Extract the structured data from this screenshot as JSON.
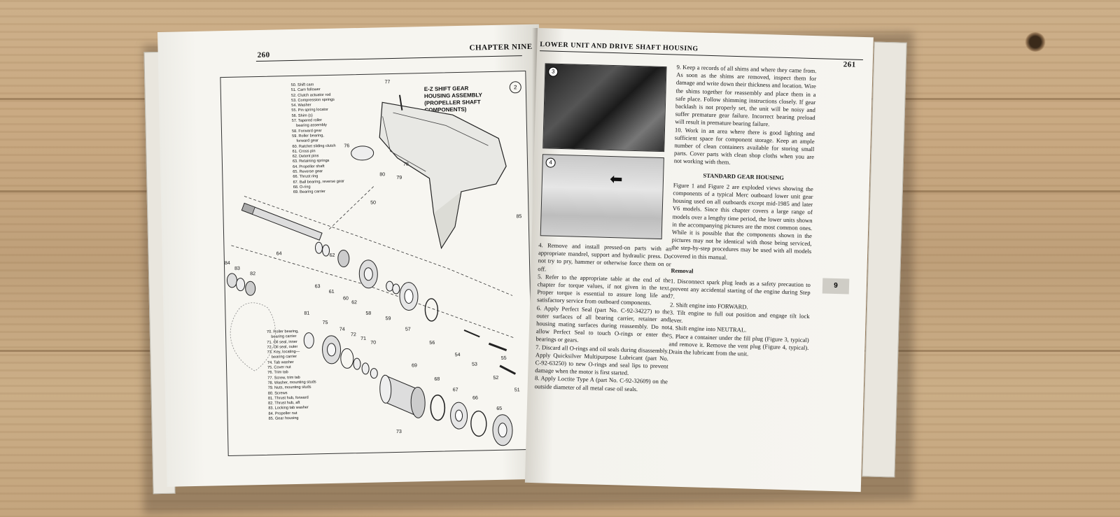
{
  "left_page": {
    "page_number": "260",
    "chapter": "CHAPTER NINE",
    "figure": {
      "number": "2",
      "title_lines": [
        "E-Z SHIFT GEAR",
        "HOUSING ASSEMBLY",
        "(PROPELLER SHAFT",
        "COMPONENTS)"
      ],
      "legend_top": "50. Shift cam\n51. Cam follower\n52. Clutch actuator rod\n53. Compression springs\n54. Washer\n55. Pin spring locator\n56. Shim (s)\n57. Tapered roller\n    bearing assembly\n58. Forward gear\n59. Roller bearing,\n    forward gear\n60. Ratchet sliding clutch\n61. Cross pin\n62. Detent pins\n63. Retaining springs\n64. Propeller shaft\n65. Reverse gear\n66. Thrust ring\n67. Ball bearing, reverse gear\n68. O-ring\n69. Bearing carrier",
      "legend_bottom": "70. Roller bearing,\n    bearing carrier\n71. Oil seal, inner\n72. Oil seal, outer\n73. Key, locating—\n    bearing carrier\n74. Tab washer\n75. Cover nut\n76. Trim tab\n77. Screw, trim tab\n78. Washer, mounting studs\n79. Nuts, mounting studs\n80. Screws\n81. Thrust hub, forward\n82. Thrust hub, aft\n83. Locking tab washer\n84. Propeller nut\n85. Gear housing",
      "callouts": [
        "77",
        "76",
        "78",
        "79",
        "80",
        "50",
        "85",
        "64",
        "62",
        "63",
        "61",
        "60",
        "62",
        "84",
        "83",
        "82",
        "58",
        "59",
        "57",
        "56",
        "81",
        "75",
        "74",
        "72",
        "71",
        "70",
        "54",
        "53",
        "55",
        "52",
        "51",
        "69",
        "68",
        "67",
        "66",
        "65",
        "73"
      ]
    }
  },
  "right_page": {
    "page_number": "261",
    "header": "LOWER UNIT AND DRIVE SHAFT HOUSING",
    "photo_labels": [
      "3",
      "4"
    ],
    "left_column": [
      "4. Remove and install pressed-on parts with an appropriate mandrel, support and hydraulic press. Do not try to pry, hammer or otherwise force them on or off.",
      "5. Refer to the appropriate table at the end of the chapter for torque values, if not given in the text. Proper torque is essential to assure long life and satisfactory service from outboard components.",
      "6. Apply Perfect Seal (part No. C-92-34227) to the outer surfaces of all bearing carrier, retainer and housing mating surfaces during reassembly. Do not allow Perfect Seal to touch O-rings or enter the bearings or gears.",
      "7. Discard all O-rings and oil seals during disassembly. Apply Quicksilver Multipurpose Lubricant (part No. C-92-63250) to new O-rings and seal lips to prevent damage when the motor is first started.",
      "8. Apply Loctite Type A (part No. C-92-32609) on the outside diameter of all metal case oil seals."
    ],
    "right_column": {
      "intro": [
        "9. Keep a records of all shims and where they came from. As soon as the shims are removed, inspect them for damage and write down their thickness and location. Wire the shims together for reassembly and place them in a safe place. Follow shimming instructions closely. If gear backlash is not properly set, the unit will be noisy and suffer premature gear failure. Incorrect bearing preload will result in premature bearing failure.",
        "10. Work in an area where there is good lighting and sufficient space for component storage. Keep an ample number of clean containers available for storing small parts. Cover parts with clean shop cloths when you are not working with them."
      ],
      "heading": "STANDARD GEAR HOUSING",
      "paragraph": "Figure 1 and Figure 2 are exploded views showing the components of a typical Merc outboard lower unit gear housing used on all outboards except mid-1985 and later V6 models. Since this chapter covers a large range of models over a lengthy time period, the lower units shown in the accompanying pictures are the most common ones. While it is possible that the components shown in the pictures may not be identical with those being serviced, the step-by-step procedures may be used with all models covered in this manual.",
      "subheading": "Removal",
      "steps": [
        "1. Disconnect spark plug leads as a safety precaution to prevent any accidental starting of the engine during Step 7.",
        "2. Shift engine into FORWARD.",
        "3. Tilt engine to full out position and engage tilt lock lever.",
        "4. Shift engine into NEUTRAL.",
        "5. Place a container under the fill plug (Figure 3, typical) and remove it. Remove the vent plug (Figure 4, typical). Drain the lubricant from the unit."
      ]
    },
    "tab": "9"
  }
}
